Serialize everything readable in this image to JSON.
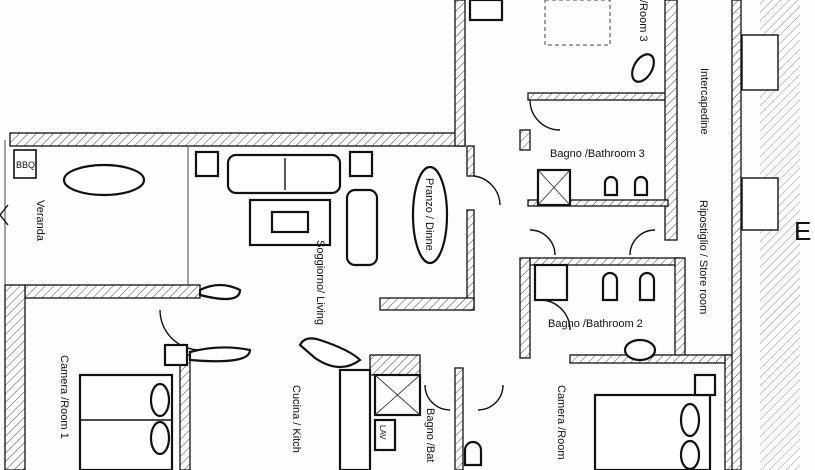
{
  "plan": {
    "rooms": {
      "room3": "/Room 3",
      "intercapedine": "Intercapedine",
      "bathroom3": "Bagno /Bathroom 3",
      "bbq": "BBQ",
      "veranda": "Veranda",
      "dining": "Pranzo / Dinne",
      "living": "Soggiorno/ Living",
      "storeroom": "Ripostiglio / Store room",
      "bathroom2": "Bagno /Bathroom 2",
      "room1": "Camera /Room 1",
      "kitchen": "Cucina / Kitch",
      "bathroom1": "Bagno /Bat",
      "room2": "Camera /Room",
      "lav": "LAV",
      "edge_letter": "E"
    }
  }
}
